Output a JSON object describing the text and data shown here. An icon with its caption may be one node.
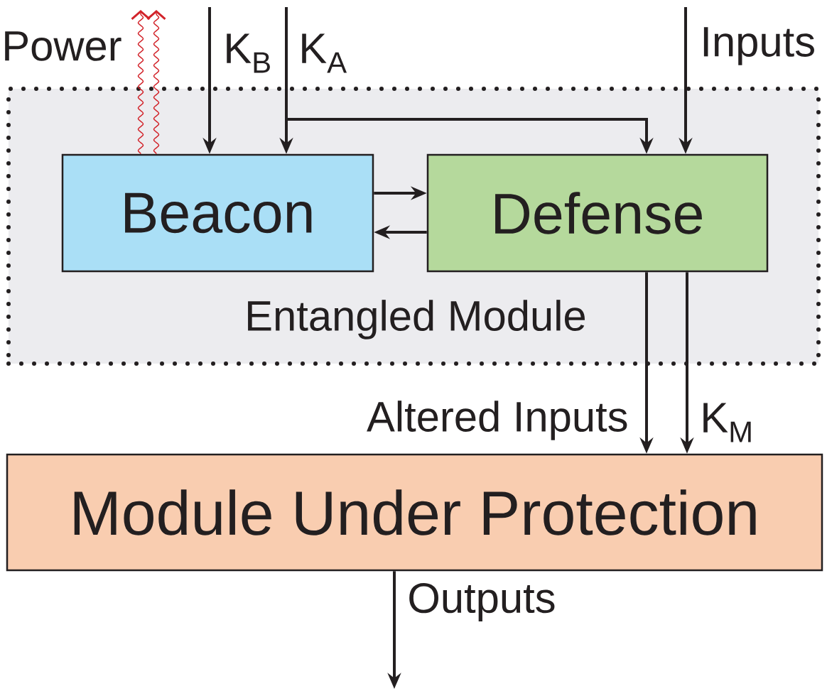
{
  "diagram": {
    "nodes": [
      {
        "text": [
          "Entangled Module"
        ]
      },
      {
        "text": [
          "Beacon"
        ],
        "in": 0
      },
      {
        "text": [
          "Defense"
        ],
        "in": 0
      },
      {
        "text": [
          "Module Under Protection"
        ]
      }
    ],
    "edges": [
      {
        "from": 1,
        "to": null,
        "arrow": "to",
        "label": "Power",
        "color": "#d2232a"
      },
      {
        "from": 1,
        "to": null,
        "arrow": "to",
        "color": "#d2232a"
      },
      {
        "from": null,
        "to": 1,
        "arrow": "to",
        "label": "K$_{B}$"
      },
      {
        "from": null,
        "to": 1,
        "arrow": "to",
        "label": "K$_{A}$"
      },
      {
        "from": null,
        "to": 2,
        "arrow": "to"
      },
      {
        "from": null,
        "to": 2,
        "arrow": "to",
        "label": "Inputs"
      },
      {
        "from": 1,
        "to": 2,
        "arrow": "to"
      },
      {
        "from": 2,
        "to": 1,
        "arrow": "to"
      },
      {
        "from": 2,
        "to": 3,
        "arrow": "to",
        "label": "Altered Inputs"
      },
      {
        "from": 2,
        "to": 3,
        "arrow": "to",
        "label": "K$_{M}$"
      },
      {
        "from": 3,
        "to": null,
        "arrow": "to",
        "label": "Outputs"
      }
    ]
  }
}
